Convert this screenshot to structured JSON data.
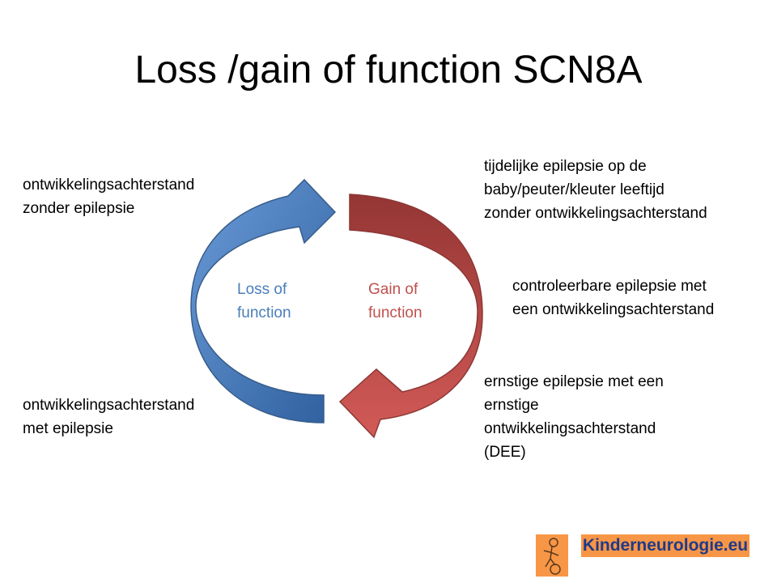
{
  "slide": {
    "title": "Loss /gain of function SCN8A",
    "notes": {
      "top_left": "ontwikkelingsachterstand\nzonder epilepsie",
      "bottom_left": "ontwikkelingsachterstand\nmet epilepsie",
      "top_right": "tijdelijke epilepsie op de\nbaby/peuter/kleuter leeftijd\nzonder ontwikkelingsachterstand",
      "middle_right": "controleerbare epilepsie met\neen ontwikkelingsachterstand",
      "bottom_right": "ernstige epilepsie met een\nernstige\nontwikkelingsachterstand\n(DEE)"
    },
    "cycle": {
      "loss_label": "Loss of\nfunction",
      "gain_label": "Gain of\nfunction",
      "loss_color": "#4f81bd",
      "gain_color": "#c0504d"
    },
    "brand": {
      "name": "Kinderneurologie.eu",
      "icon": "child-figure-icon",
      "color": "#f79646"
    }
  }
}
